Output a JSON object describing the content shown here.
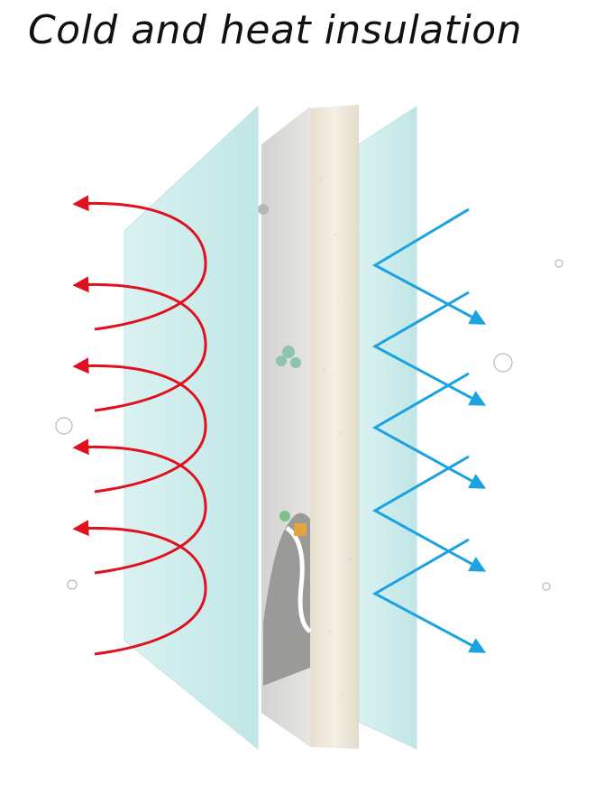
{
  "title": "Cold and heat insulation",
  "colors": {
    "heat_arrows": "#e0101e",
    "cold_arrows": "#1aa3e0",
    "glass_panel": "#c9ecec",
    "foam_core": "#efe9dc",
    "print_layer": "#dcdcda"
  },
  "layers": [
    {
      "name": "front-glass-panel"
    },
    {
      "name": "printed-surface-layer"
    },
    {
      "name": "foam-core-layer"
    },
    {
      "name": "back-glass-panel"
    }
  ],
  "heat_arrow_count": 5,
  "cold_arrow_count": 5
}
